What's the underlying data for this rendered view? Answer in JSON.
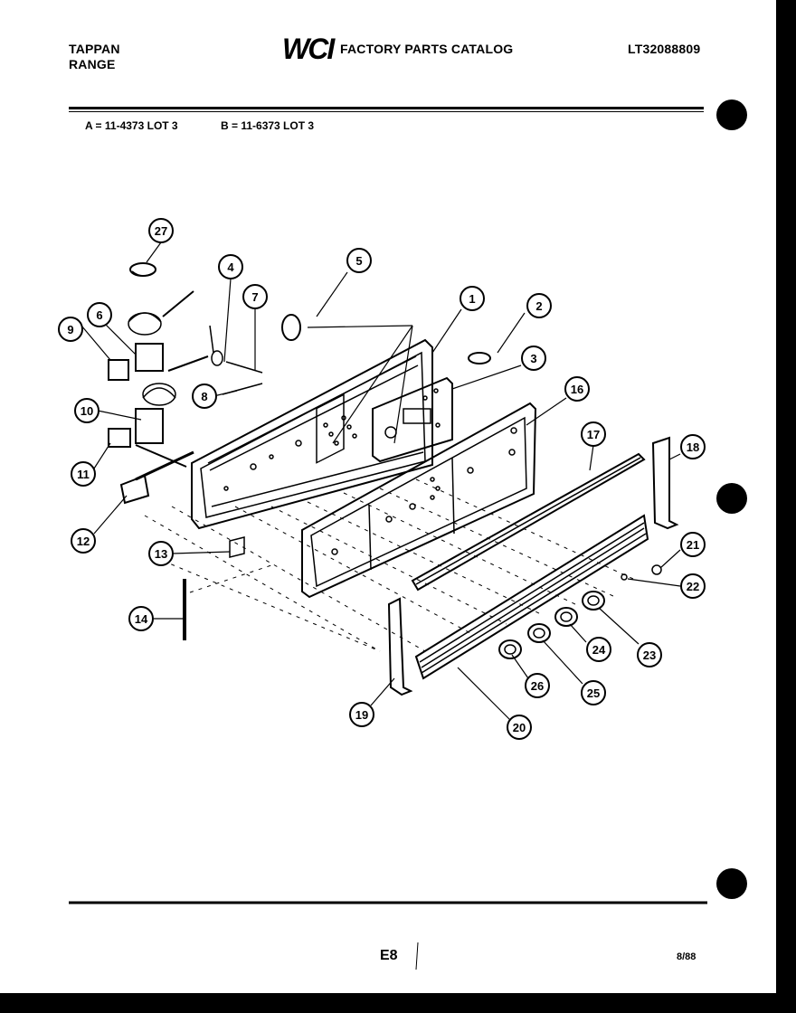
{
  "header": {
    "brand_line1": "TAPPAN",
    "brand_line2": "RANGE",
    "logo_text": "WCI",
    "catalog_title": "FACTORY PARTS CATALOG",
    "model_number": "LT32088809"
  },
  "lot_info": {
    "a": "A = 11-4373 LOT 3",
    "b": "B = 11-6373 LOT 3"
  },
  "callouts": [
    "1",
    "2",
    "3",
    "4",
    "5",
    "6",
    "7",
    "8",
    "9",
    "10",
    "11",
    "12",
    "13",
    "14",
    "16",
    "17",
    "18",
    "19",
    "20",
    "21",
    "22",
    "23",
    "24",
    "25",
    "26",
    "27"
  ],
  "footer": {
    "page_code": "E8",
    "date_code": "8/88"
  }
}
